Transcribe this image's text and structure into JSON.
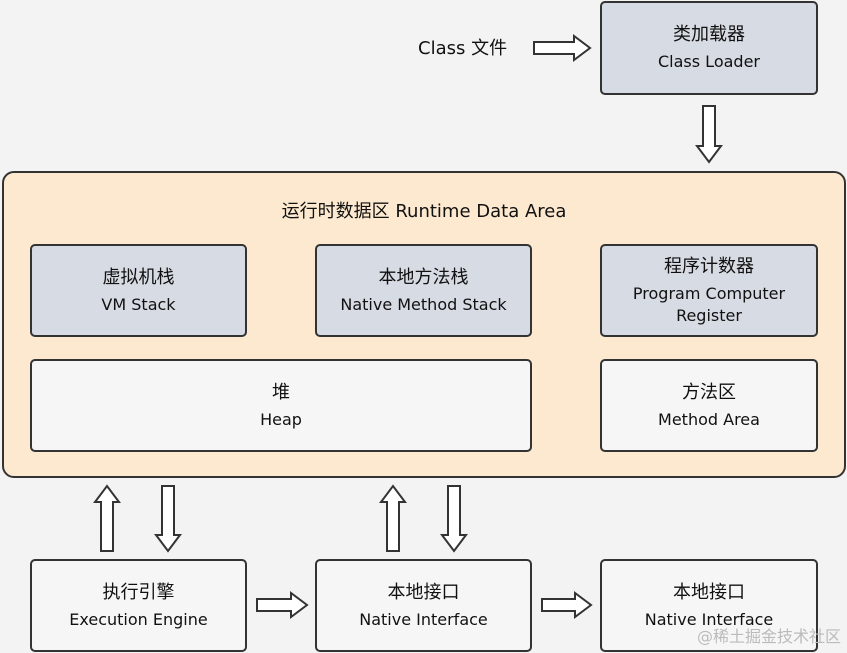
{
  "source": {
    "label": "Class 文件"
  },
  "class_loader": {
    "zh": "类加载器",
    "en": "Class Loader"
  },
  "runtime_area": {
    "title": "运行时数据区 Runtime Data Area"
  },
  "vm_stack": {
    "zh": "虚拟机栈",
    "en": "VM Stack"
  },
  "native_method_stack": {
    "zh": "本地方法栈",
    "en": "Native Method Stack"
  },
  "pc_register": {
    "zh": "程序计数器",
    "en": "Program Computer Register"
  },
  "heap": {
    "zh": "堆",
    "en": "Heap"
  },
  "method_area": {
    "zh": "方法区",
    "en": "Method Area"
  },
  "execution_engine": {
    "zh": "执行引擎",
    "en": "Execution Engine"
  },
  "native_interface": {
    "zh": "本地接口",
    "en": "Native Interface"
  },
  "native_interface_2": {
    "zh": "本地接口",
    "en": "Native Interface"
  },
  "watermark": "@稀土掘金技术社区"
}
